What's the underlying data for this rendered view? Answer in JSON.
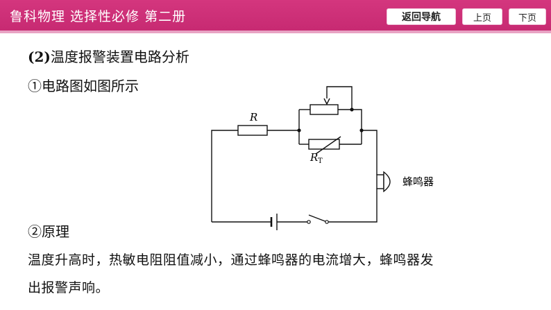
{
  "header": {
    "title": "鲁科物理  选择性必修  第二册",
    "nav_home": "返回导航",
    "nav_prev": "上页",
    "nav_next": "下页"
  },
  "content": {
    "section_num": "(2)",
    "section_title": "温度报警装置电路分析",
    "step1": "①电路图如图所示",
    "step2": "②原理",
    "principle_line1": "温度升高时，热敏电阻阻值减小，通过蜂鸣器的电流增大，蜂鸣器发",
    "principle_line2": "出报警声响。"
  },
  "circuit": {
    "resistor_label": "R",
    "thermistor_label": "R",
    "thermistor_subscript": "T",
    "buzzer_label": "蜂鸣器"
  },
  "colors": {
    "header_bg": "#c72a72",
    "header_stripe": "#e8a3c4"
  }
}
